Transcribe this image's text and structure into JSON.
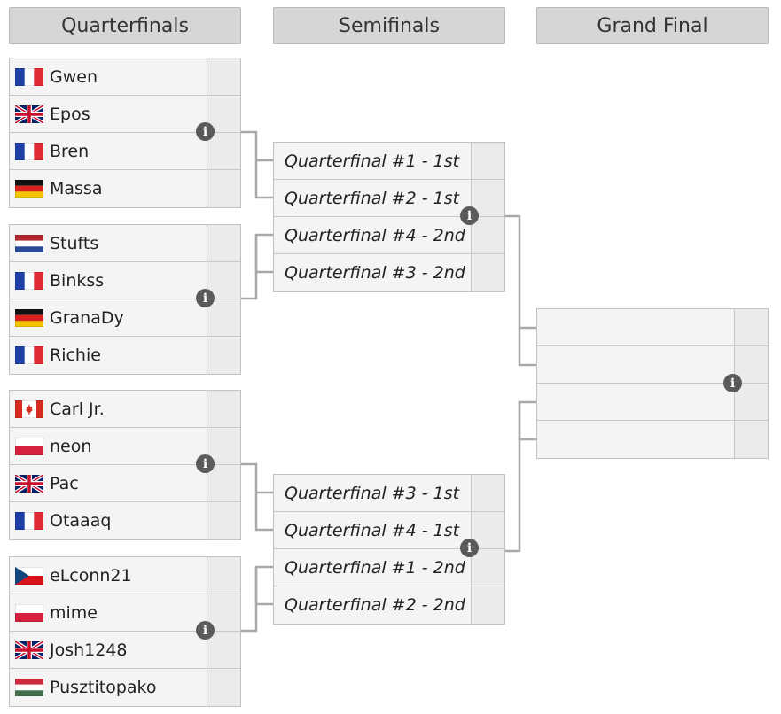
{
  "rounds": {
    "quarterfinals": "Quarterfinals",
    "semifinals": "Semifinals",
    "grand_final": "Grand Final"
  },
  "quarterfinals": [
    {
      "players": [
        {
          "name": "Gwen",
          "flag": "france"
        },
        {
          "name": "Epos",
          "flag": "united-kingdom"
        },
        {
          "name": "Bren",
          "flag": "france"
        },
        {
          "name": "Massa",
          "flag": "germany"
        }
      ]
    },
    {
      "players": [
        {
          "name": "Stufts",
          "flag": "netherlands"
        },
        {
          "name": "Binkss",
          "flag": "france"
        },
        {
          "name": "GranaDy",
          "flag": "germany"
        },
        {
          "name": "Richie",
          "flag": "france"
        }
      ]
    },
    {
      "players": [
        {
          "name": "Carl Jr.",
          "flag": "canada"
        },
        {
          "name": "neon",
          "flag": "poland"
        },
        {
          "name": "Pac",
          "flag": "united-kingdom"
        },
        {
          "name": "Otaaaq",
          "flag": "france"
        }
      ]
    },
    {
      "players": [
        {
          "name": "eLconn21",
          "flag": "czech-republic"
        },
        {
          "name": "mime",
          "flag": "poland"
        },
        {
          "name": "Josh1248",
          "flag": "united-kingdom"
        },
        {
          "name": "Pusztitopako",
          "flag": "hungary"
        }
      ]
    }
  ],
  "semifinals": [
    {
      "slots": [
        "Quarterfinal #1 - 1st",
        "Quarterfinal #2 - 1st",
        "Quarterfinal #4 - 2nd",
        "Quarterfinal #3 - 2nd"
      ]
    },
    {
      "slots": [
        "Quarterfinal #3 - 1st",
        "Quarterfinal #4 - 1st",
        "Quarterfinal #1 - 2nd",
        "Quarterfinal #2 - 2nd"
      ]
    }
  ],
  "grand_final": {
    "slots": [
      "",
      "",
      "",
      ""
    ]
  },
  "icons": {
    "match_info": "info-icon"
  },
  "colors": {
    "header_bg": "#d6d6d6",
    "cell_bg": "#f4f4f4",
    "score_bg": "#ebebeb",
    "connector": "#a9a9a9",
    "info_icon": "#5a5a5a"
  }
}
